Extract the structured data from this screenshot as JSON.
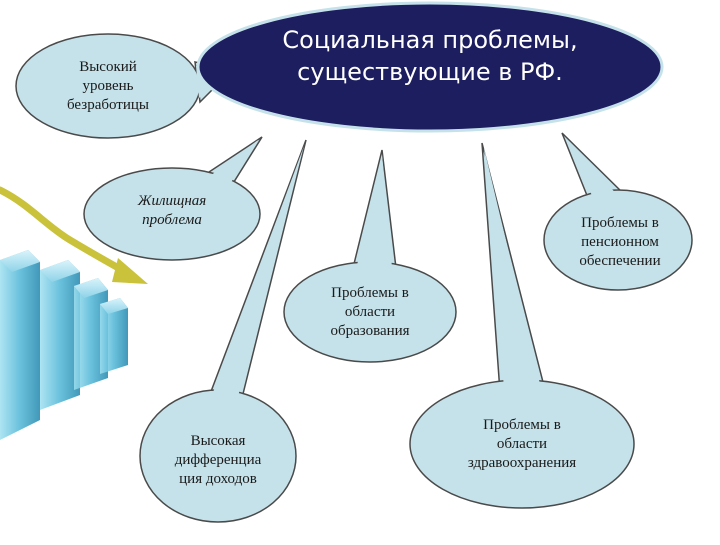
{
  "title": [
    "Социальная проблемы,",
    "существующие в РФ."
  ],
  "bubbles": {
    "unemployment": [
      "Высокий",
      "уровень",
      "безработицы"
    ],
    "housing": [
      "Жилищная",
      "проблема"
    ],
    "pension": [
      "Проблемы в",
      "пенсионном",
      "обеспечении"
    ],
    "education": [
      "Проблемы в",
      "области",
      "образования"
    ],
    "income": [
      "Высокая",
      "дифференциа",
      "ция доходов"
    ],
    "health": [
      "Проблемы в",
      "области",
      "здравоохранения"
    ]
  },
  "colors": {
    "title_fill": "#1c1e60",
    "bubble_fill": "#c5e2ea",
    "bubble_stroke": "#4a4a4a",
    "bars": "#4fb6d6",
    "arrow": "#c9c23a"
  },
  "icons": [
    "bar-chart-arrow-graphic"
  ]
}
